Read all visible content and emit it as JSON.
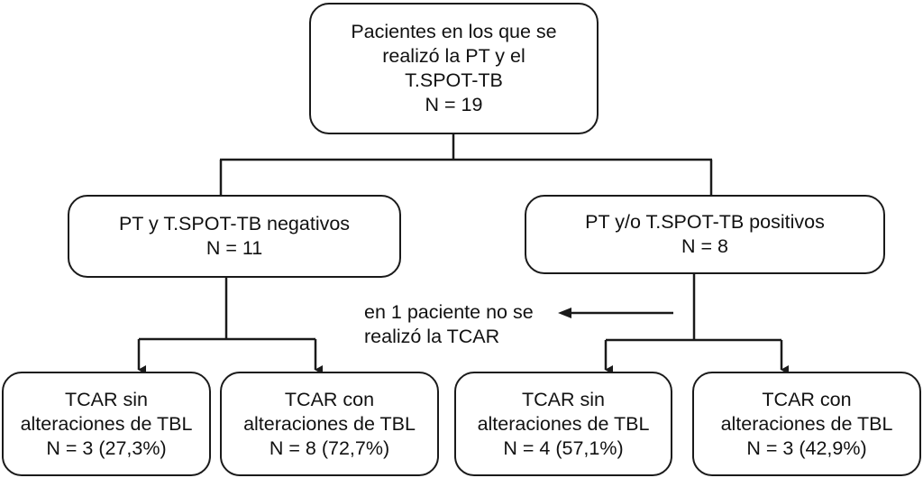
{
  "root": {
    "lines": [
      "Pacientes en los que se",
      "realizó la PT y el",
      "T.SPOT-TB"
    ],
    "n": "N = 19"
  },
  "left_branch": {
    "lines": [
      "PT y T.SPOT-TB negativos"
    ],
    "n": "N = 11",
    "children": [
      {
        "lines": [
          "TCAR sin",
          "alteraciones de TBL"
        ],
        "n": "N = 3 (27,3%)"
      },
      {
        "lines": [
          "TCAR con",
          "alteraciones de TBL"
        ],
        "n": "N = 8 (72,7%)"
      }
    ]
  },
  "right_branch": {
    "lines": [
      "PT y/o T.SPOT-TB positivos"
    ],
    "n": "N = 8",
    "note": [
      "en 1 paciente no se",
      "realizó la TCAR"
    ],
    "children": [
      {
        "lines": [
          "TCAR sin",
          "alteraciones de TBL"
        ],
        "n": "N = 4 (57,1%)"
      },
      {
        "lines": [
          "TCAR con",
          "alteraciones de TBL"
        ],
        "n": "N = 3 (42,9%)"
      }
    ]
  },
  "colors": {
    "stroke": "#1a1a1a",
    "background": "#ffffff",
    "text": "#111111"
  }
}
